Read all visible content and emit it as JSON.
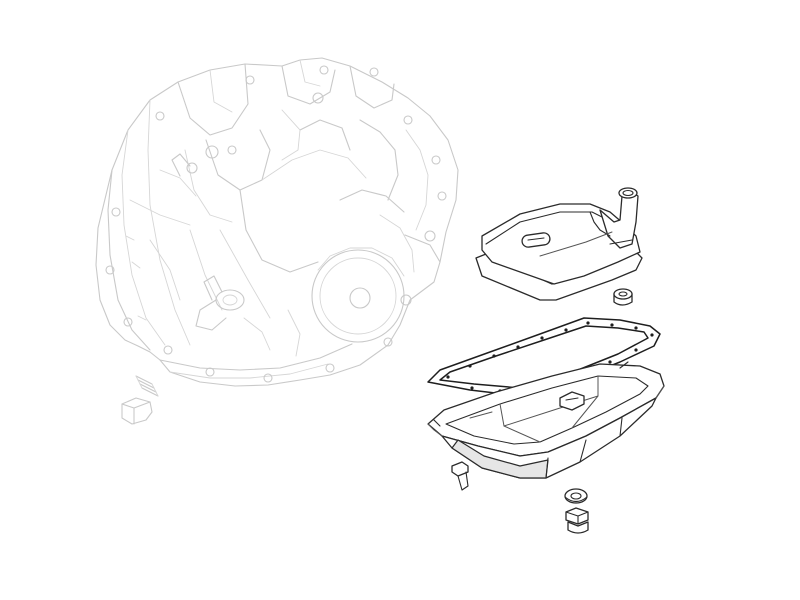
{
  "diagram": {
    "background": "#ffffff",
    "line_color_faint": "#c9c9c9",
    "line_color_dark": "#2b2b2b",
    "parts": [
      {
        "id": "transmission-housing",
        "style": "faint"
      },
      {
        "id": "drain-plug-spring",
        "style": "faint"
      },
      {
        "id": "drain-plug",
        "style": "faint"
      },
      {
        "id": "oil-filter",
        "style": "dark"
      },
      {
        "id": "filter-seal-ring",
        "style": "dark"
      },
      {
        "id": "oil-pan-gasket",
        "style": "dark"
      },
      {
        "id": "oil-pan",
        "style": "dark"
      },
      {
        "id": "pan-bolt",
        "style": "dark"
      },
      {
        "id": "pan-drain-washer",
        "style": "dark"
      },
      {
        "id": "pan-drain-plug",
        "style": "dark"
      }
    ]
  }
}
